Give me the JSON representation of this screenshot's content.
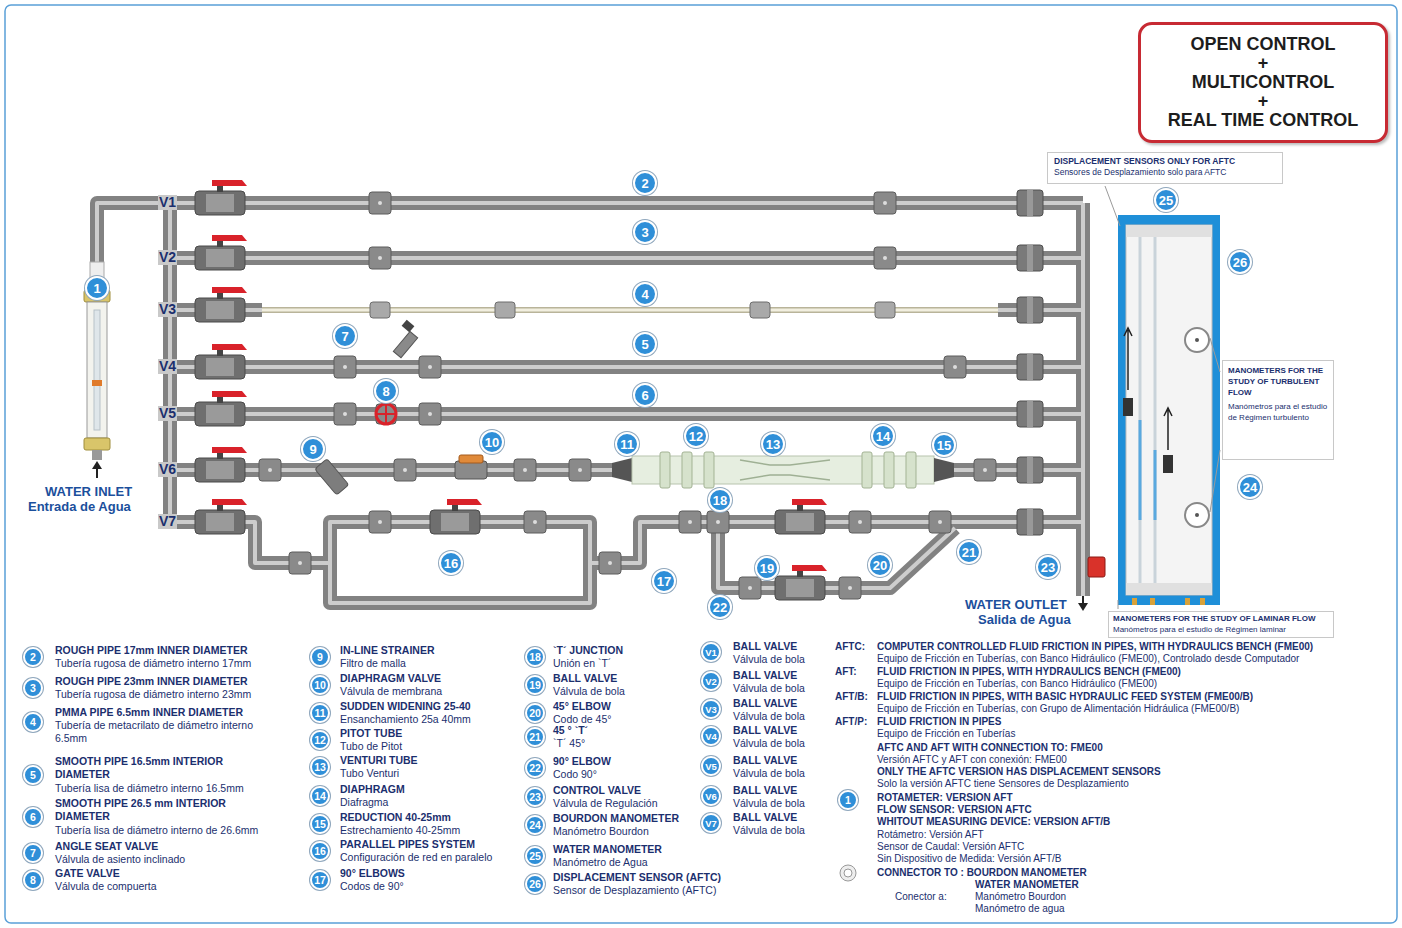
{
  "diagram": {
    "nodes": [
      {
        "text": [
          "OPEN CONTROL",
          "+",
          "MULTICONTROL",
          "+",
          "REAL TIME CONTROL"
        ]
      },
      {
        "text": [
          "DISPLACEMENT SENSORS ONLY FOR AFTC",
          "Sensores de Desplazamiento solo para AFTC"
        ]
      },
      {
        "text": [
          "MANOMETERS FOR THE STUDY OF TURBULENT FLOW",
          "Manómetros para el estudio de Régimen turbulento"
        ]
      },
      {
        "text": [
          "MANOMETERS FOR THE STUDY OF LAMINAR FLOW",
          "Manómetros para el estudio de Régimen laminar"
        ]
      },
      {
        "text": [
          "1"
        ]
      },
      {
        "text": [
          "2"
        ]
      },
      {
        "text": [
          "3"
        ]
      },
      {
        "text": [
          "4"
        ]
      },
      {
        "text": [
          "5"
        ]
      },
      {
        "text": [
          "6"
        ]
      },
      {
        "text": [
          "7"
        ]
      },
      {
        "text": [
          "8"
        ]
      },
      {
        "text": [
          "9"
        ]
      },
      {
        "text": [
          "10"
        ]
      },
      {
        "text": [
          "11"
        ]
      },
      {
        "text": [
          "12"
        ]
      },
      {
        "text": [
          "13"
        ]
      },
      {
        "text": [
          "14"
        ]
      },
      {
        "text": [
          "15"
        ]
      },
      {
        "text": [
          "16"
        ]
      },
      {
        "text": [
          "17"
        ]
      },
      {
        "text": [
          "18"
        ]
      },
      {
        "text": [
          "19"
        ]
      },
      {
        "text": [
          "20"
        ]
      },
      {
        "text": [
          "21"
        ]
      },
      {
        "text": [
          "22"
        ]
      },
      {
        "text": [
          "23"
        ]
      },
      {
        "text": [
          "24"
        ]
      },
      {
        "text": [
          "25"
        ]
      },
      {
        "text": [
          "26"
        ]
      },
      {
        "text": [
          "2"
        ]
      },
      {
        "text": [
          "3"
        ]
      },
      {
        "text": [
          "4"
        ]
      },
      {
        "text": [
          "5"
        ]
      },
      {
        "text": [
          "6"
        ]
      },
      {
        "text": [
          "7"
        ]
      },
      {
        "text": [
          "8"
        ]
      },
      {
        "text": [
          "9"
        ]
      },
      {
        "text": [
          "10"
        ]
      },
      {
        "text": [
          "11"
        ]
      },
      {
        "text": [
          "12"
        ]
      },
      {
        "text": [
          "13"
        ]
      },
      {
        "text": [
          "14"
        ]
      },
      {
        "text": [
          "15"
        ]
      },
      {
        "text": [
          "16"
        ]
      },
      {
        "text": [
          "17"
        ]
      },
      {
        "text": [
          "18"
        ]
      },
      {
        "text": [
          "19"
        ]
      },
      {
        "text": [
          "20"
        ]
      },
      {
        "text": [
          "21"
        ]
      },
      {
        "text": [
          "22"
        ]
      },
      {
        "text": [
          "23"
        ]
      },
      {
        "text": [
          "24"
        ]
      },
      {
        "text": [
          "25"
        ]
      },
      {
        "text": [
          "26"
        ]
      },
      {
        "text": [
          "V1"
        ]
      },
      {
        "text": [
          "V2"
        ]
      },
      {
        "text": [
          "V3"
        ]
      },
      {
        "text": [
          "V4"
        ]
      },
      {
        "text": [
          "V5"
        ]
      },
      {
        "text": [
          "V6"
        ]
      },
      {
        "text": [
          "V7"
        ]
      },
      {
        "text": [
          "1"
        ]
      }
    ],
    "labels": [
      "V1",
      "V2",
      "V3",
      "V4",
      "V5",
      "V6",
      "V7",
      "WATER INLET",
      "Entrada de Agua",
      "WATER OUTLET",
      "Salida de Agua",
      "ROUGH PIPE 17mm INNER DIAMETER",
      "Tubería rugosa de diámetro interno 17mm",
      "ROUGH PIPE 23mm INNER DIAMETER",
      "Tubería rugosa de diámetro interno 23mm",
      "PMMA PIPE 6.5mm INNER DIAMETER",
      "Tubería de metacrilato de diámetro interno 6.5mm",
      "SMOOTH PIPE 16.5mm INTERIOR DIAMETER",
      "Tubería lisa de diámetro interno 16.5mm",
      "SMOOTH PIPE 26.5 mm INTERIOR DIAMETER",
      "Tubería lisa de diámetro interno de 26.6mm",
      "ANGLE SEAT VALVE",
      "Válvula de asiento inclinado",
      "GATE VALVE",
      "Válvula de compuerta",
      "IN-LINE STRAINER",
      "Filtro de malla",
      "DIAPHRAGM VALVE",
      "Válvula de membrana",
      "SUDDEN WIDENING 25-40",
      "Ensanchamiento 25a 40mm",
      "PITOT TUBE",
      "Tubo de Pitot",
      "VENTURI TUBE",
      "Tubo Venturi",
      "DIAPHRAGM",
      "Diafragma",
      "REDUCTION 40-25mm",
      "Estrechamiento 40-25mm",
      "PARALLEL PIPES SYSTEM",
      "Configuración de red en paralelo",
      "90° ELBOWS",
      "Codos de 90°",
      "`T´ JUNCTION",
      "Unión en `T´",
      "BALL VALVE",
      "Válvula de bola",
      "45° ELBOW",
      "Codo de 45°",
      "45 ° `T´",
      "`T´ 45°",
      "90° ELBOW",
      "Codo 90°",
      "CONTROL VALVE",
      "Válvula de Regulación",
      "BOURDON MANOMETER",
      "Manómetro Bourdon",
      "WATER MANOMETER",
      "Manómetro de Agua",
      "DISPLACEMENT SENSOR (AFTC)",
      "Sensor de Desplazamiento (AFTC)",
      "BALL VALVE",
      "Válvula de bola",
      "BALL VALVE",
      "Válvula de bola",
      "BALL VALVE",
      "Válvula de bola",
      "BALL VALVE",
      "Válvula de bola",
      "BALL VALVE",
      "Válvula de bola",
      "BALL VALVE",
      "Válvula de bola",
      "BALL VALVE",
      "Válvula de bola",
      "AFTC:",
      "COMPUTER CONTROLLED FLUID FRICTION IN PIPES, WITH HYDRAULICS BENCH (FME00)",
      "Equipo de Fricción en Tuberías, con Banco Hidráulico (FME00), Controlado desde Computador",
      "AFT:",
      "FLUID FRICTION IN PIPES, WITH HYDRAULICS BENCH (FME00)",
      "Equipo de Fricción en Tuberías, con Banco Hidráulico (FME00)",
      "AFT/B:",
      "FLUID FRICTION IN PIPES, WITH BASIC HYDRAULIC FEED SYSTEM (FME00/B)",
      "Equipo de Fricción en Tuberías, con Grupo de Alimentación Hidráulica (FME00/B)",
      "AFT/P:",
      "FLUID FRICTION IN PIPES",
      "Equipo de Fricción en Tuberías",
      "AFTC AND AFT WITH CONNECTION TO: FME00",
      "Versión AFTC y AFT con conexión: FME00",
      "ONLY THE AFTC VERSION HAS DISPLACEMENT SENSORS",
      "Solo la versión AFTC tiene Sensores de Desplazamiento",
      "ROTAMETER: VERSION AFT",
      "FLOW SENSOR: VERSION AFTC",
      "WHITOUT MEASURING DEVICE: VERSION AFT/B",
      "Rotámetro: Versión AFT",
      "Sensor de Caudal: Versión AFTC",
      "Sin Dispositivo de Medida: Versión AFT/B",
      "CONNECTOR TO : BOURDON MANOMETER",
      "WATER MANOMETER",
      "Conector a:",
      "Manómetro Bourdon",
      "Manómetro de agua"
    ]
  }
}
